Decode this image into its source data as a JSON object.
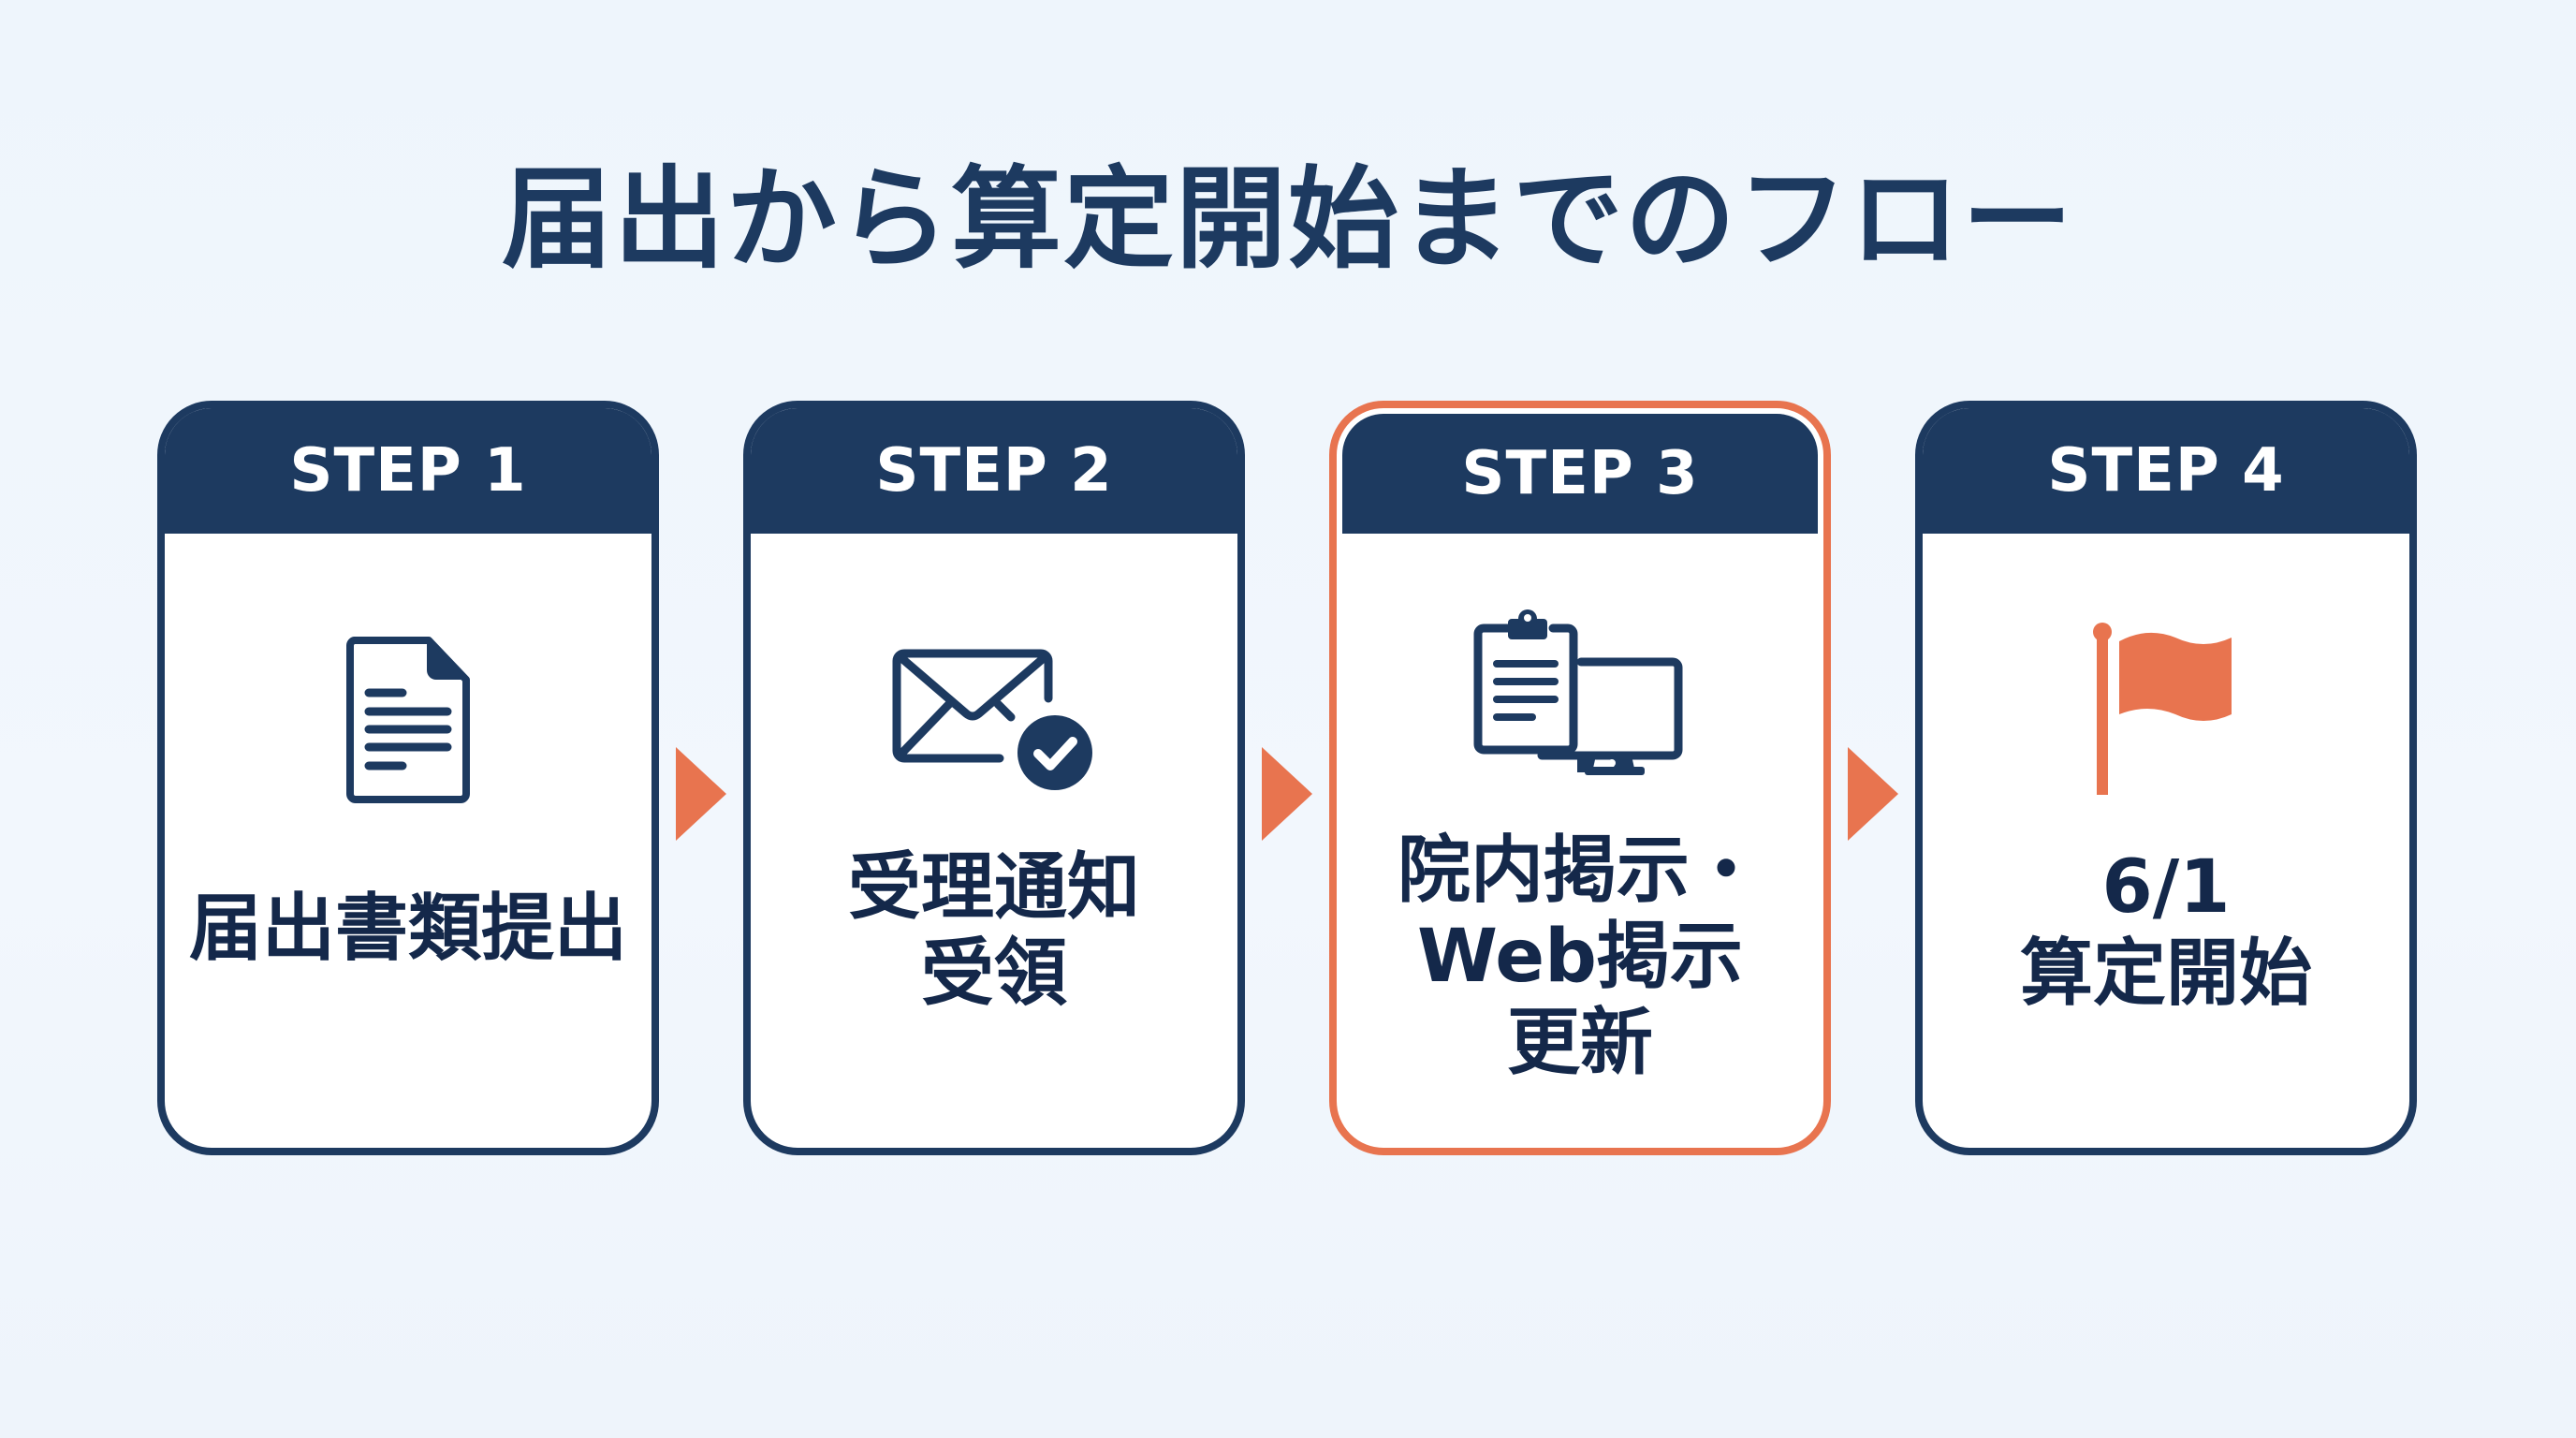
{
  "title": "届出から算定開始までのフロー",
  "colors": {
    "navy": "#1d3a60",
    "accent": "#e8744f",
    "background": "#eef5fc"
  },
  "steps": [
    {
      "header": "STEP 1",
      "icon": "document-icon",
      "lines": [
        "届出書類提出"
      ],
      "highlighted": false
    },
    {
      "header": "STEP 2",
      "icon": "envelope-check-icon",
      "lines": [
        "受理通知",
        "受領"
      ],
      "highlighted": false
    },
    {
      "header": "STEP 3",
      "icon": "clipboard-monitor-icon",
      "lines": [
        "院内掲示・",
        "Web掲示",
        "更新"
      ],
      "highlighted": true
    },
    {
      "header": "STEP 4",
      "icon": "flag-icon",
      "lines": [
        "6/1",
        "算定開始"
      ],
      "highlighted": false
    }
  ],
  "arrows": [
    "arrow-right-icon",
    "arrow-right-icon",
    "arrow-right-icon"
  ]
}
